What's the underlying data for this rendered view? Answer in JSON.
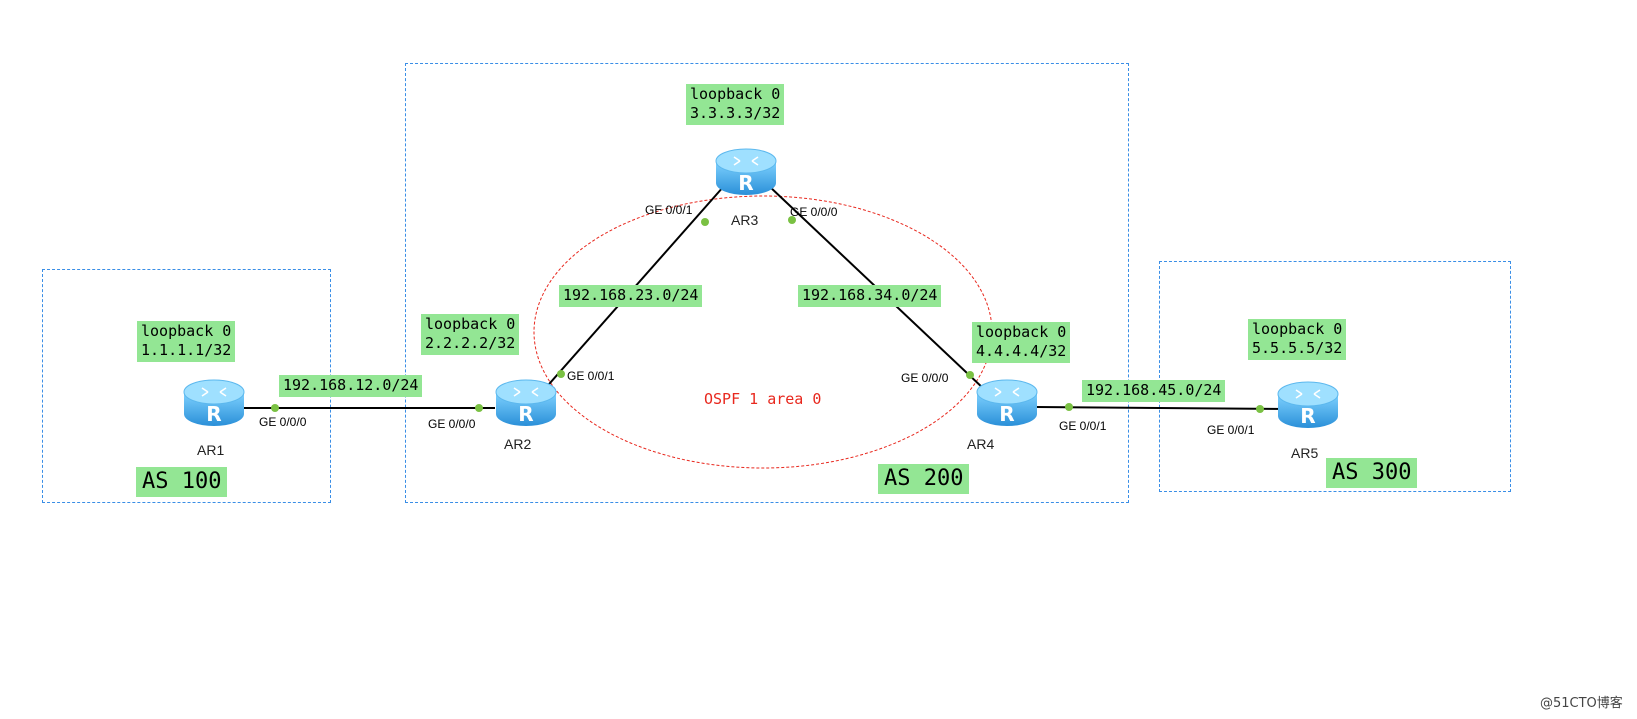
{
  "as_areas": [
    {
      "id": "as100",
      "label": "AS 100"
    },
    {
      "id": "as200",
      "label": "AS 200"
    },
    {
      "id": "as300",
      "label": "AS 300"
    }
  ],
  "routers": [
    {
      "id": "AR1",
      "name": "AR1",
      "loopback_title": "loopback 0",
      "loopback_ip": "1.1.1.1/32"
    },
    {
      "id": "AR2",
      "name": "AR2",
      "loopback_title": "loopback 0",
      "loopback_ip": "2.2.2.2/32"
    },
    {
      "id": "AR3",
      "name": "AR3",
      "loopback_title": "loopback 0",
      "loopback_ip": "3.3.3.3/32"
    },
    {
      "id": "AR4",
      "name": "AR4",
      "loopback_title": "loopback 0",
      "loopback_ip": "4.4.4.4/32"
    },
    {
      "id": "AR5",
      "name": "AR5",
      "loopback_title": "loopback 0",
      "loopback_ip": "5.5.5.5/32"
    }
  ],
  "links": [
    {
      "id": "ar1-ar2",
      "network": "192.168.12.0/24",
      "a_port": "GE 0/0/0",
      "b_port": "GE 0/0/0"
    },
    {
      "id": "ar2-ar3",
      "network": "192.168.23.0/24",
      "a_port": "GE 0/0/1",
      "b_port": "GE 0/0/1"
    },
    {
      "id": "ar3-ar4",
      "network": "192.168.34.0/24",
      "a_port": "GE 0/0/0",
      "b_port": "GE 0/0/0"
    },
    {
      "id": "ar4-ar5",
      "network": "192.168.45.0/24",
      "a_port": "GE 0/0/1",
      "b_port": "GE 0/0/1"
    }
  ],
  "ospf_label": "OSPF 1 area 0",
  "watermark": "@51CTO博客",
  "colors": {
    "as_border": "#3a8ee6",
    "label_bg": "#93e694",
    "ospf": "#e8281e",
    "link": "#000000",
    "port_dot": "#7ac143",
    "router_body": "#4fb3ee"
  }
}
